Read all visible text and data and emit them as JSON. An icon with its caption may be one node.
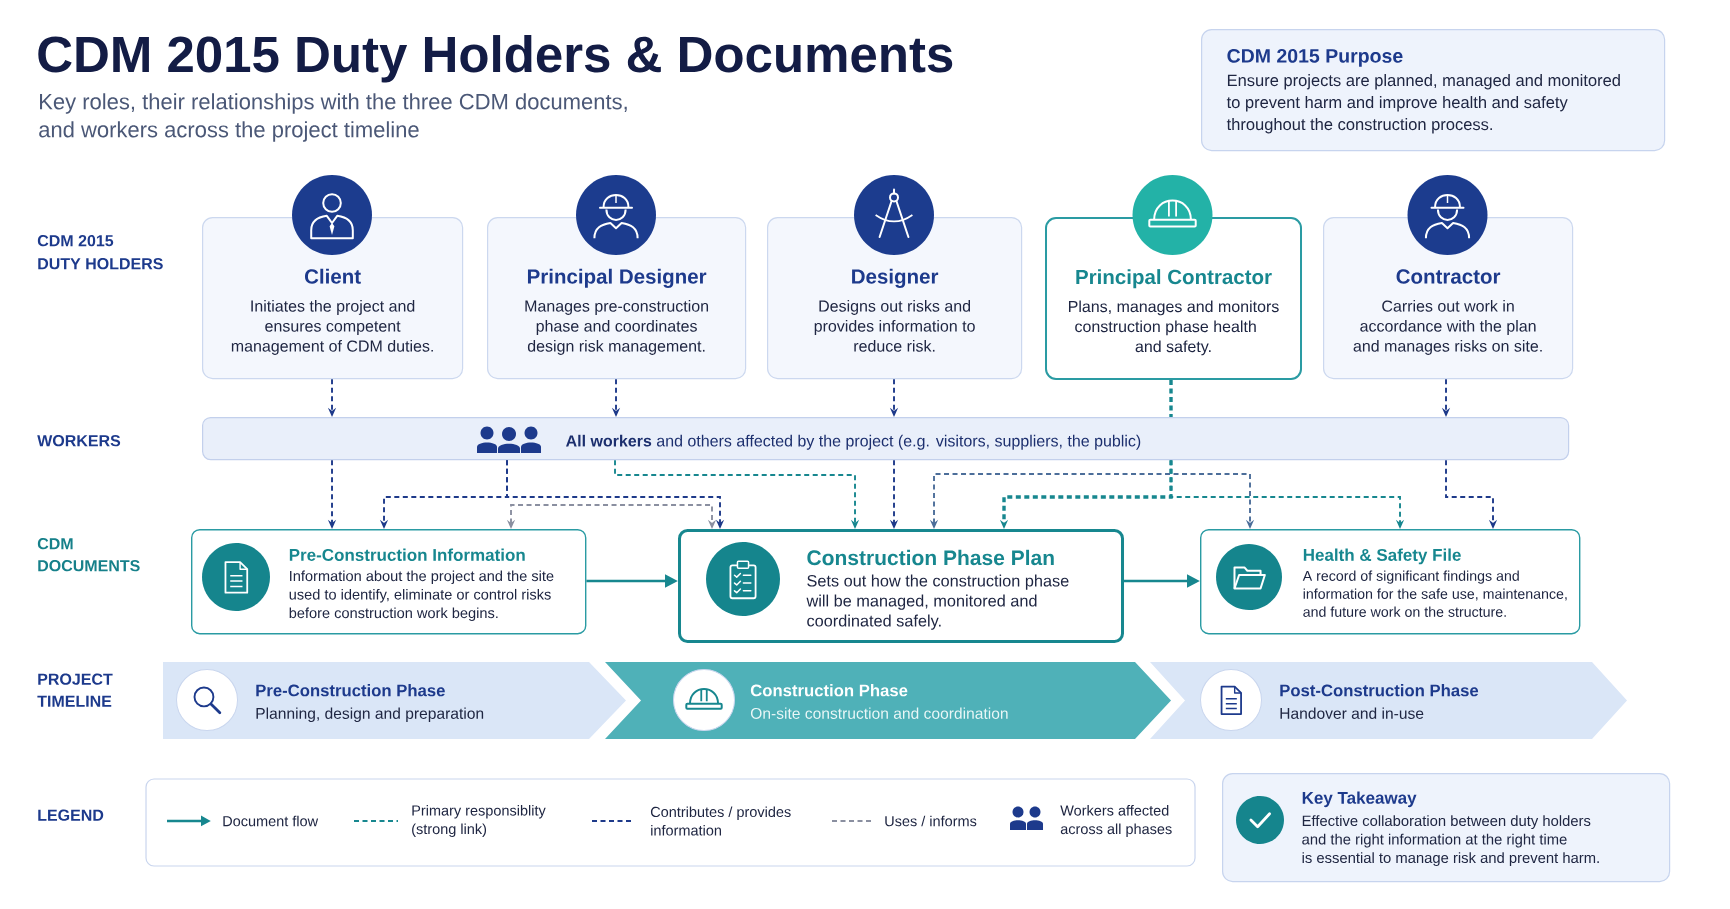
{
  "diagram": {
    "title": "CDM 2015 Duty Holders & Documents",
    "nodes": [
      {
        "text": [
          "CDM 2015 Purpose",
          "Ensure projects are planned, managed and monitored to prevent harm and improve health and safety throughout the construction process."
        ]
      },
      {
        "text": [
          "Client",
          "Initiates the project and ensures competent management of CDM duties."
        ]
      },
      {
        "text": [
          "Principal Designer",
          "Manages pre-construction phase and coordinates design risk management."
        ]
      },
      {
        "text": [
          "Designer",
          "Designs out risks and provides information to reduce risk."
        ]
      },
      {
        "text": [
          "Principal Contractor",
          "Plans, manages and monitors construction phase health and safety."
        ]
      },
      {
        "text": [
          "Contractor",
          "Carries out work in accordance with the plan and manages risks on site."
        ]
      },
      {
        "text": [
          "**All workers** and others affected by the project (e.g. visitors, suppliers, the public)"
        ]
      },
      {
        "text": [
          "Pre-Construction Information",
          "Information about the project and the site used to identify, eliminate or control risks before construction work begins."
        ]
      },
      {
        "text": [
          "Construction Phase Plan",
          "Sets out how the construction phase will be managed, monitored and coordinated safely."
        ]
      },
      {
        "text": [
          "Health & Safety File",
          "A record of significant findings and information for the safe use, maintenance, and future work on the structure."
        ]
      },
      {
        "text": [
          "Pre-Construction Phase",
          "Planning, design and preparation"
        ]
      },
      {
        "text": [
          "Construction Phase",
          "On-site construction and coordination"
        ]
      },
      {
        "text": [
          "Post-Construction Phase",
          "Handover and in-use"
        ]
      },
      {
        "text": [
          "Key Takeaway",
          "Effective collaboration between duty holders and the right information at the right time is essential to manage risk and prevent harm."
        ]
      }
    ],
    "edges": [
      {
        "from": 1,
        "to": 6,
        "arrow": "to",
        "style": "dashed"
      },
      {
        "from": 2,
        "to": 6,
        "arrow": "to",
        "style": "dashed"
      },
      {
        "from": 3,
        "to": 6,
        "arrow": "to",
        "style": "dashed"
      },
      {
        "from": 5,
        "to": 6,
        "arrow": "to",
        "style": "dashed"
      },
      {
        "from": 4,
        "to": 6,
        "arrow": "none",
        "style": "dashed",
        "color": "#17878f"
      },
      {
        "from": 6,
        "to": 7,
        "arrow": "to",
        "style": "dashed"
      },
      {
        "from": 6,
        "to": 7,
        "arrow": "to",
        "style": "dashed"
      },
      {
        "from": 6,
        "to": 8,
        "arrow": "to",
        "style": "dashed"
      },
      {
        "from": 7,
        "to": 8,
        "arrow": "both",
        "style": "dashed",
        "color": "#8a8fa0"
      },
      {
        "from": 6,
        "to": 8,
        "arrow": "to",
        "style": "dashed",
        "color": "#17878f"
      },
      {
        "from": 6,
        "to": 8,
        "arrow": "to",
        "style": "dashed"
      },
      {
        "from": 6,
        "to": 9,
        "arrow": "to",
        "style": "dashed",
        "color": "#17878f"
      },
      {
        "from": 6,
        "to": 8,
        "arrow": "to",
        "style": "dashed",
        "color": "#17878f"
      },
      {
        "from": 8,
        "to": 9,
        "arrow": "both",
        "style": "dashed",
        "color": "#4c6e9a"
      },
      {
        "from": 6,
        "to": 9,
        "arrow": "to",
        "style": "dashed"
      },
      {
        "from": 7,
        "to": 8,
        "arrow": "to",
        "color": "#17878f"
      },
      {
        "from": 8,
        "to": 9,
        "arrow": "to",
        "color": "#17878f"
      }
    ],
    "labels": [
      "Key roles, their relationships with the three CDM documents, and workers across the project timeline",
      "CDM 2015 DUTY HOLDERS",
      "WORKERS",
      "CDM DOCUMENTS",
      "PROJECT TIMELINE",
      "LEGEND"
    ],
    "legend": [
      {
        "text": "Document flow"
      },
      {
        "text": "Primary responsiblity (strong link)"
      },
      {
        "text": "Contributes / provides information"
      },
      {
        "text": "Uses / informs"
      },
      {
        "text": "Workers affected across all phases"
      }
    ]
  }
}
